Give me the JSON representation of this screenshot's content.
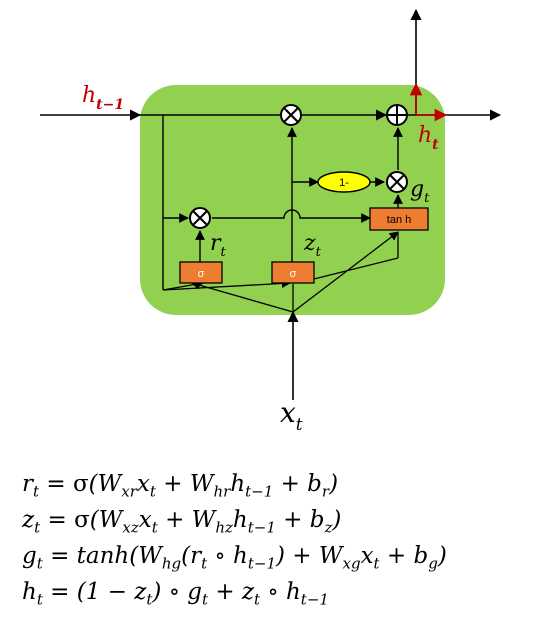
{
  "colors": {
    "cell_fill": "#92d050",
    "gate_fill": "#ed7d31",
    "one_minus_fill": "#ffff00",
    "highlight": "#c00000",
    "line": "#000000"
  },
  "labels": {
    "h_prev": {
      "base": "h",
      "sub": "t−1"
    },
    "h_t": {
      "base": "h",
      "sub": "t"
    },
    "x_t": {
      "base": "x",
      "sub": "t"
    },
    "r_t": {
      "base": "r",
      "sub": "t"
    },
    "z_t": {
      "base": "z",
      "sub": "t"
    },
    "g_t": {
      "base": "g",
      "sub": "t"
    }
  },
  "boxes": {
    "sigma_r": "σ",
    "sigma_z": "σ",
    "tanh": "tan h",
    "one_minus": "1-"
  },
  "icons": {
    "multiply": "circle-times-icon",
    "add": "circle-plus-icon"
  },
  "equations": [
    "r_t = σ(W_{xr}x_t + W_{hr}h_{t−1} + b_r)",
    "z_t = σ(W_{xz}x_t + W_{hz}h_{t−1} + b_z)",
    "g_t = tanh(W_{hg}(r_t ∘ h_{t−1}) + W_{xg}x_t + b_g)",
    "h_t = (1 − z_t) ∘ g_t + z_t ∘ h_{t−1}"
  ]
}
